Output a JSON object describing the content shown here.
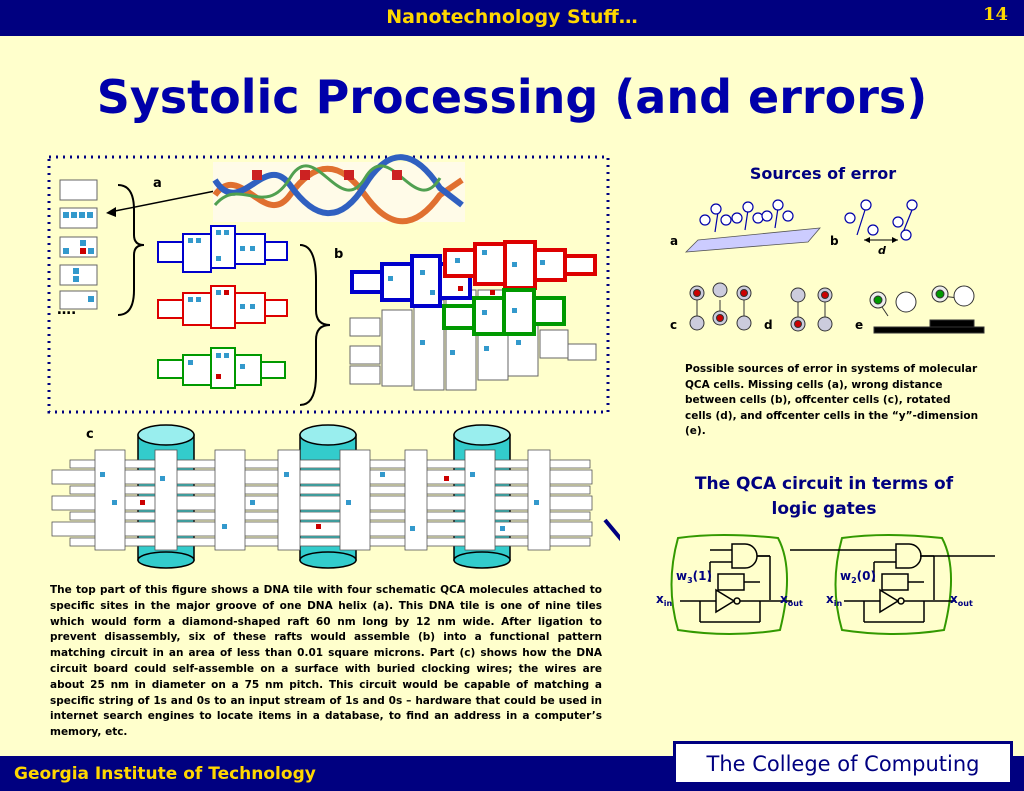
{
  "header": {
    "title": "Nanotechnology Stuff…",
    "page": "14"
  },
  "slide_title": "Systolic Processing (and errors)",
  "figure_left": {
    "label_a": "a",
    "label_b": "b",
    "label_c": "c",
    "ellipsis": "…."
  },
  "caption": "The top part of this figure shows a DNA tile with four schematic QCA molecules attached to specific sites in the major groove of one DNA helix (a). This DNA tile is one of nine tiles which would form a diamond-shaped raft 60 nm long by 12 nm wide. After ligation to prevent disassembly, six of these rafts would assemble (b) into a functional pattern matching circuit in an area of less than 0.01 square microns. Part (c) shows how the DNA circuit board could self-assemble on a surface with buried clocking wires; the wires are about 25 nm in diameter on a 75 nm pitch. This circuit would be capable of matching a specific string of 1s and 0s to an input stream of 1s and 0s – hardware that could be used in internet search engines to locate items in a database, to find an address in a computer’s memory, etc.",
  "errors": {
    "heading": "Sources of error",
    "labels": [
      "a",
      "b",
      "c",
      "d",
      "e"
    ],
    "d_label": "d",
    "text": "Possible sources of error in systems of molecular QCA cells. Missing cells (a), wrong distance between cells (b), offcenter cells (c), rotated cells (d), and offcenter cells in the “y”-dimension (e)."
  },
  "logic": {
    "heading": "The QCA circuit in terms of logic gates",
    "gate1": {
      "w": "w",
      "wsub": "3",
      "wval": "(1)",
      "xin": "x",
      "xin_sub": "in",
      "xout": "x",
      "xout_sub": "out"
    },
    "gate2": {
      "w": "w",
      "wsub": "2",
      "wval": "(0)",
      "xin": "x",
      "xin_sub": "in",
      "xout": "x",
      "xout_sub": "out"
    }
  },
  "footer": {
    "institute": "Georgia Institute of Technology",
    "college": "The College of Computing"
  },
  "colors": {
    "navy": "#000080",
    "gold": "#ffd700",
    "background": "#ffffcc",
    "raft_blue": "#0000cc",
    "raft_red": "#dd0000",
    "raft_green": "#009900",
    "pillar": "#33cccc"
  }
}
